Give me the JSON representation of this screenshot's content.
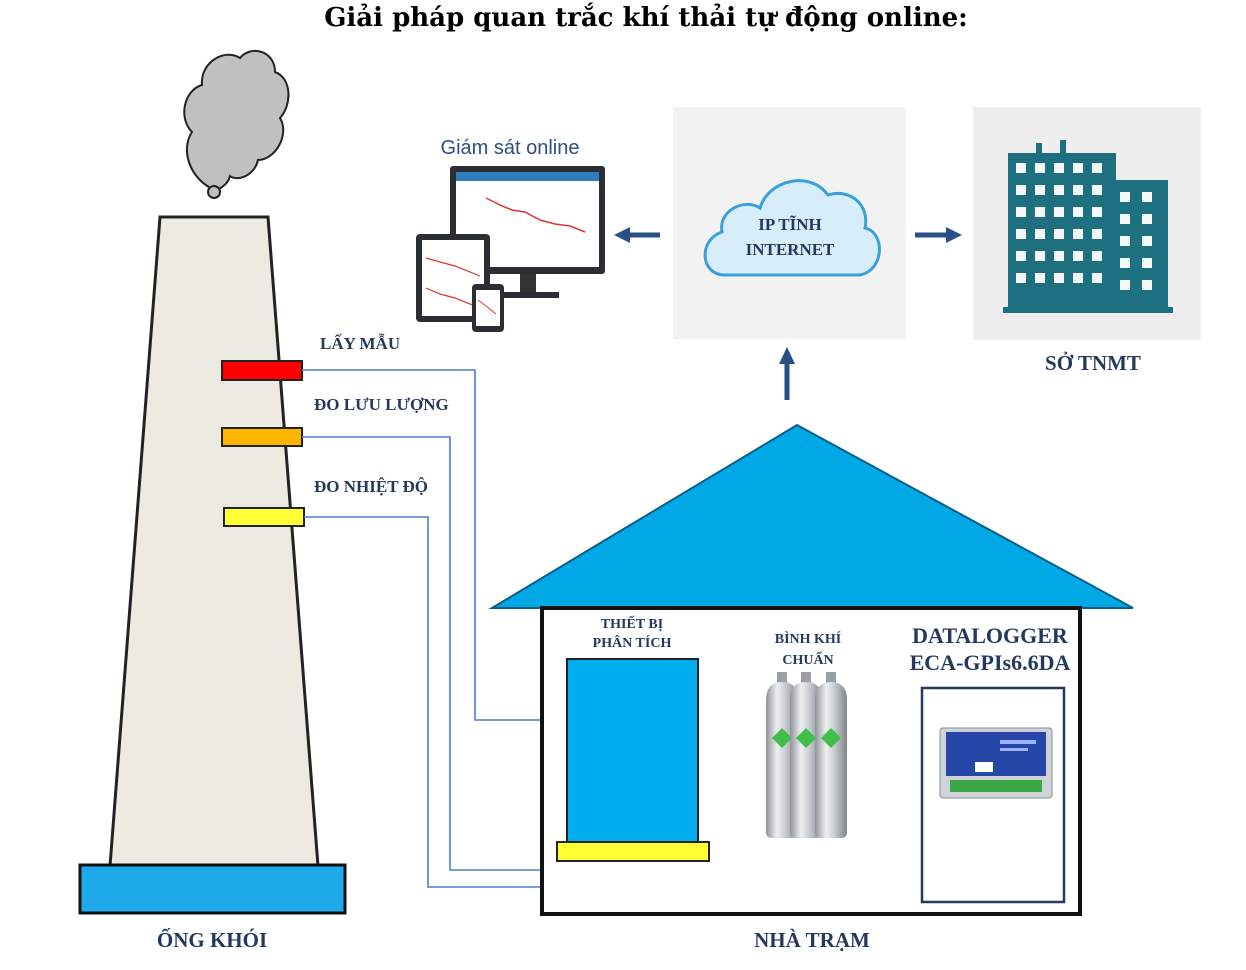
{
  "title": "Giải pháp quan trắc khí thải tự động online:",
  "chimney": {
    "label": "ỐNG KHÓI",
    "sensors": [
      {
        "label": "LẤY MẪU",
        "color": "#ff0000"
      },
      {
        "label": "ĐO LƯU LƯỢNG",
        "color": "#ffb400"
      },
      {
        "label": "ĐO NHIỆT ĐỘ",
        "color": "#ffff33"
      }
    ]
  },
  "monitoring": {
    "label": "Giám sát online"
  },
  "cloud": {
    "line1": "IP TĨNH",
    "line2": "INTERNET"
  },
  "agency": {
    "label": "SỞ TNMT"
  },
  "station": {
    "label": "NHÀ TRẠM",
    "analyzer": {
      "line1": "THIẾT BỊ",
      "line2": "PHÂN TÍCH"
    },
    "gas": {
      "line1": "BÌNH KHÍ",
      "line2": "CHUẨN"
    },
    "datalogger": {
      "line1": "DATALOGGER",
      "line2": "ECA-GPIs6.6DA"
    }
  },
  "colors": {
    "roof": "#00a8e6",
    "analyzer": "#00aeef",
    "chimney_body": "#edeae2",
    "chimney_base": "#1eaaea",
    "arrow": "#2a4f86",
    "wire": "#4a7fc8",
    "building": "#1e6f7f",
    "cloud": "#d7edfa"
  }
}
